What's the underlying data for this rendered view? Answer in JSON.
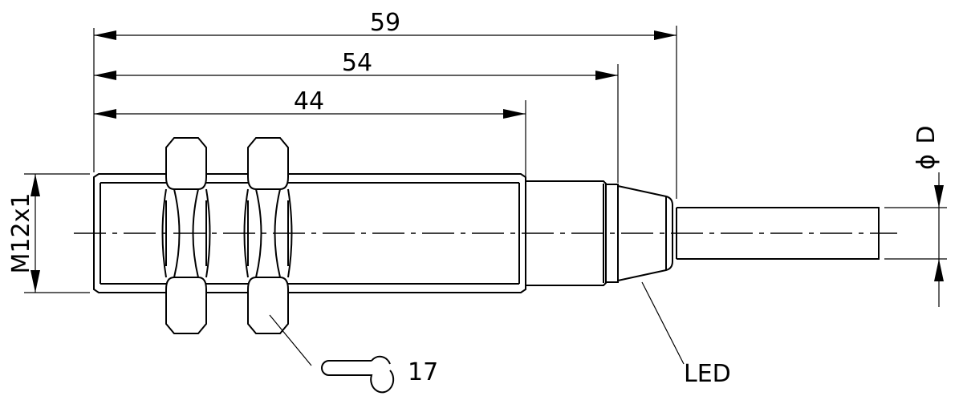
{
  "dimensions": {
    "overall_length": "59",
    "body_to_led_length": "54",
    "thread_length": "44",
    "thread_size": "M12x1",
    "cable_diameter": "D",
    "diameter_symbol": "ϕ"
  },
  "labels": {
    "wrench_size": "17",
    "led": "LED"
  }
}
